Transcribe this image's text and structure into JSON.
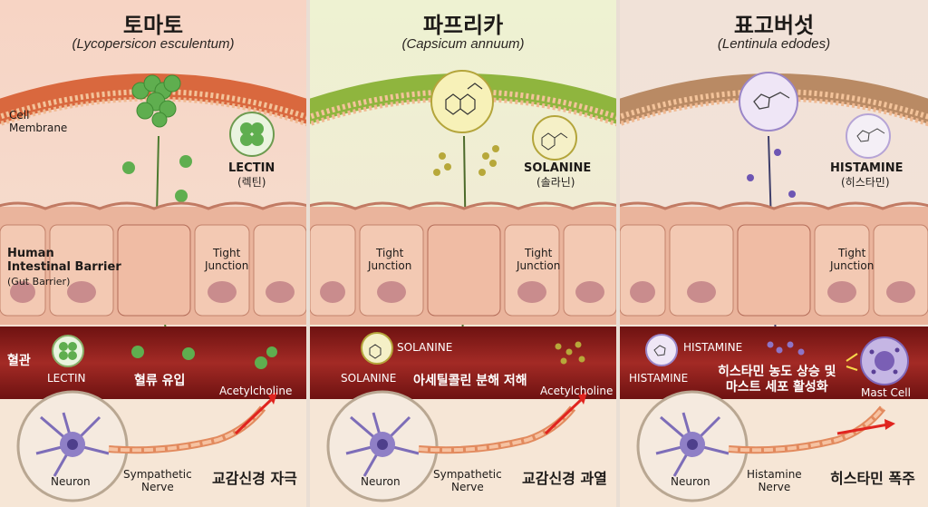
{
  "colors": {
    "membrane_tomato": "#d9683e",
    "membrane_pepper": "#8fb53e",
    "membrane_mushroom": "#b98a64",
    "cell": "#f1c2aa",
    "nucleus": "#c98c8d",
    "vessel": "#8e1d1c",
    "neuron": "#7d6db8",
    "nerve": "#e28a5e",
    "signal": "#e0241f",
    "lectin": "#5fae4f",
    "solanine": "#a7a438",
    "histamine": "#8e74c6"
  },
  "panels": [
    {
      "title": "토마토",
      "subtitle": "(Lycopersicon esculentum)",
      "membrane_label": "Cell\nMembrane",
      "toxin_label": "LECTIN",
      "toxin_label_kor": "(렉틴)",
      "barrier_label": "Human\nIntestinal Barrier",
      "barrier_sub": "(Gut Barrier)",
      "junction_label": "Tight\nJunction",
      "vessel_label": "혈관",
      "vessel_toxin_label": "LECTIN",
      "vessel_effect": "혈류 유입",
      "neuro_label": "Acetylcholine",
      "neuron_label": "Neuron",
      "nerve_label": "Sympathetic\nNerve",
      "final_effect": "교감신경 자극"
    },
    {
      "title": "파프리카",
      "subtitle": "(Capsicum annuum)",
      "toxin_label": "SOLANINE",
      "toxin_label_kor": "(솔라닌)",
      "junction_left": "Tight\nJunction",
      "junction_right": "Tight\nJunction",
      "vessel_toxin_top": "SOLANINE",
      "vessel_toxin_label": "SOLANINE",
      "vessel_effect": "아세틸콜린 분해 저해",
      "neuro_label": "Acetylcholine",
      "neuron_label": "Neuron",
      "nerve_label": "Sympathetic\nNerve",
      "final_effect": "교감신경 과열"
    },
    {
      "title": "표고버섯",
      "subtitle": "(Lentinula edodes)",
      "toxin_label": "HISTAMINE",
      "toxin_label_kor": "(히스타민)",
      "junction_label": "Tight\nJunction",
      "vessel_toxin_top": "HISTAMINE",
      "vessel_toxin_label": "HISTAMINE",
      "vessel_effect": "히스타민 농도 상승 및\n마스트 세포 활성화",
      "mast_label": "Mast Cell",
      "neuron_label": "Neuron",
      "nerve_label": "Histamine\nNerve",
      "final_effect": "히스타민 폭주"
    }
  ]
}
